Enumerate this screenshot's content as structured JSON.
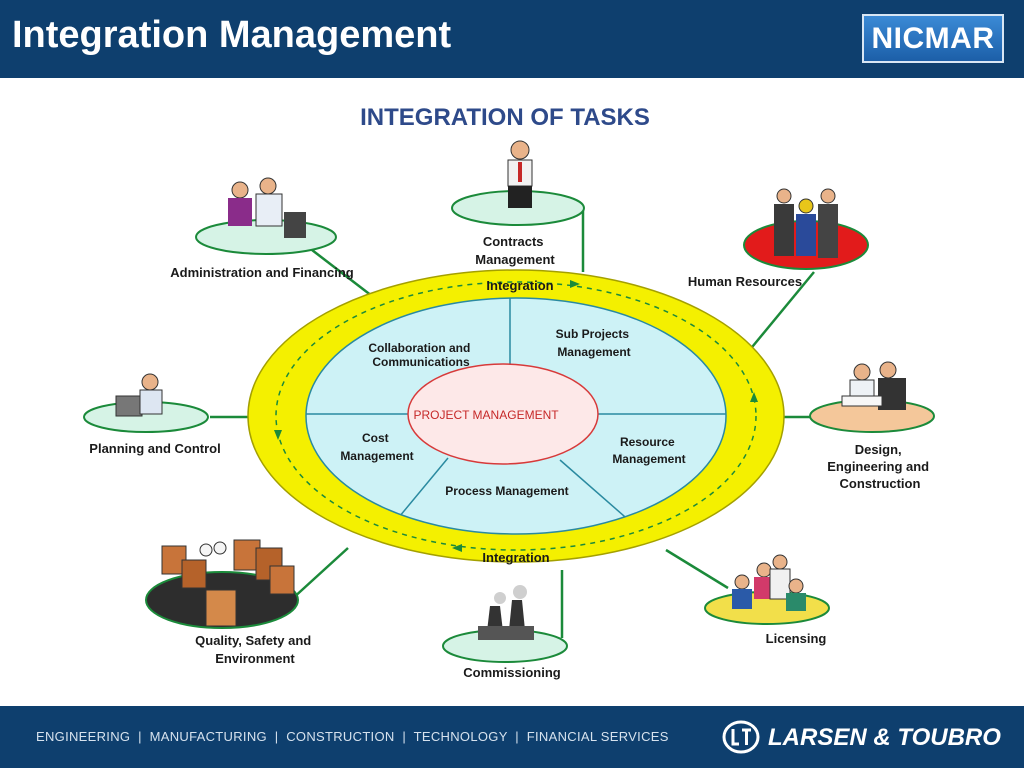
{
  "header": {
    "title": "Integration Management",
    "badge": "NICMAR"
  },
  "diagram": {
    "title": "INTEGRATION OF TASKS",
    "center": "PROJECT MANAGEMENT",
    "ring_label_top": "Integration",
    "ring_label_bottom": "Integration",
    "inner_sections": [
      [
        "Collaboration and",
        "Communications"
      ],
      [
        "Sub Projects",
        "Management"
      ],
      [
        "Cost",
        "Management"
      ],
      [
        "Resource",
        "Management"
      ],
      [
        "Process Management"
      ]
    ],
    "outer_tasks": [
      [
        "Contracts",
        "Management"
      ],
      [
        "Administration and Financing"
      ],
      [
        "Human Resources"
      ],
      [
        "Planning and Control"
      ],
      [
        "Design,",
        "Engineering and",
        "Construction"
      ],
      [
        "Quality, Safety and",
        "Environment"
      ],
      [
        "Commissioning"
      ],
      [
        "Licensing"
      ]
    ]
  },
  "footer": {
    "tagline": "ENGINEERING  |  MANUFACTURING  |  CONSTRUCTION  |  TECHNOLOGY  |  FINANCIAL SERVICES",
    "brand": "LARSEN & TOUBRO"
  },
  "colors": {
    "header_bg": "#0e3f6e",
    "ring_yellow": "#f4f000",
    "inner_fill": "#cdf2f6",
    "center_fill": "#fde8e8",
    "center_stroke": "#d73a3a",
    "title_blue": "#2e4a8a",
    "connector_green": "#1b8a3a"
  }
}
